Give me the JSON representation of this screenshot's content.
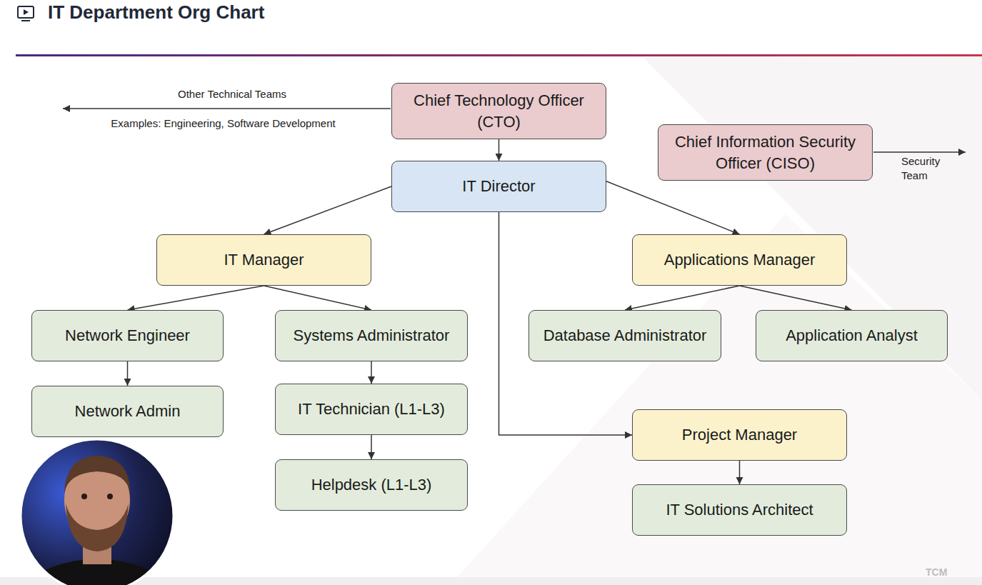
{
  "diagram": {
    "title": "IT Department Org Chart",
    "nodes": [
      {
        "text": [
          "Chief Technology Officer (CTO)"
        ]
      },
      {
        "text": [
          "Chief Information Security Officer (CISO)"
        ]
      },
      {
        "text": [
          "IT Director"
        ]
      },
      {
        "text": [
          "IT Manager"
        ]
      },
      {
        "text": [
          "Applications Manager"
        ]
      },
      {
        "text": [
          "Network Engineer"
        ]
      },
      {
        "text": [
          "Systems Administrator"
        ]
      },
      {
        "text": [
          "Database Administrator"
        ]
      },
      {
        "text": [
          "Application Analyst"
        ]
      },
      {
        "text": [
          "Network Admin"
        ]
      },
      {
        "text": [
          "IT Technician (L1-L3)"
        ]
      },
      {
        "text": [
          "Project Manager"
        ]
      },
      {
        "text": [
          "Helpdesk (L1-L3)"
        ]
      },
      {
        "text": [
          "IT Solutions Architect"
        ]
      }
    ],
    "edges": [
      {
        "from": 0,
        "to": 2,
        "arrow": "to"
      },
      {
        "from": 2,
        "to": 3,
        "arrow": "to"
      },
      {
        "from": 2,
        "to": 4,
        "arrow": "to"
      },
      {
        "from": 2,
        "to": 11,
        "arrow": "to"
      },
      {
        "from": 3,
        "to": 5,
        "arrow": "to"
      },
      {
        "from": 3,
        "to": 6,
        "arrow": "to"
      },
      {
        "from": 4,
        "to": 7,
        "arrow": "to"
      },
      {
        "from": 4,
        "to": 8,
        "arrow": "to"
      },
      {
        "from": 5,
        "to": 9,
        "arrow": "to"
      },
      {
        "from": 6,
        "to": 10,
        "arrow": "to"
      },
      {
        "from": 10,
        "to": 12,
        "arrow": "to"
      },
      {
        "from": 11,
        "to": 13,
        "arrow": "to"
      }
    ],
    "labels": [
      "Other Technical Teams",
      "Examples: Engineering, Software Development",
      "Security Team",
      "TCM"
    ]
  }
}
